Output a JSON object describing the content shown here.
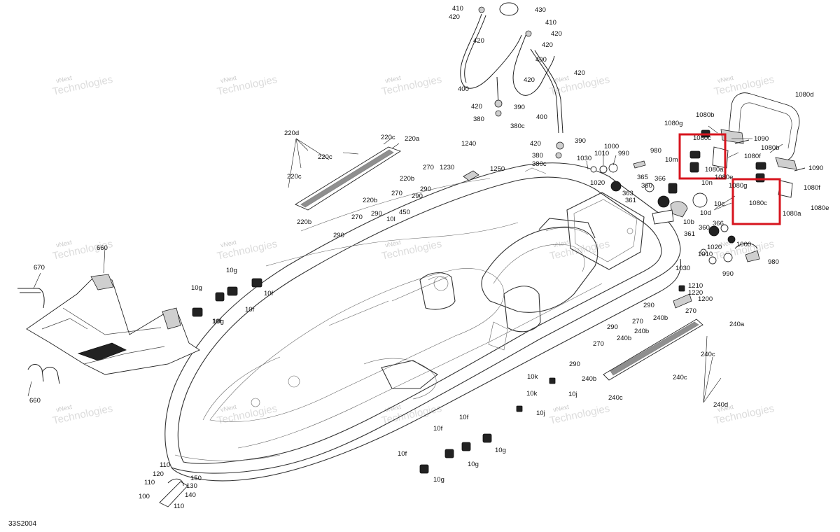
{
  "diagram_code": "33S2004",
  "watermark": {
    "line1": "vNext",
    "line2": "Technologies"
  },
  "highlight_color": "#d7141e",
  "callouts": [
    "410",
    "430",
    "420",
    "420",
    "410",
    "420",
    "420",
    "400",
    "420",
    "420",
    "400",
    "400",
    "420",
    "390",
    "380",
    "380c",
    "420",
    "390",
    "380",
    "380c",
    "220d",
    "220c",
    "220a",
    "220c",
    "220c",
    "220b",
    "270",
    "290",
    "220b",
    "270",
    "290",
    "220b",
    "450",
    "290",
    "270",
    "10l",
    "290",
    "1240",
    "1230",
    "1250",
    "1030",
    "1000",
    "1010",
    "990",
    "980",
    "1020",
    "365",
    "363",
    "360",
    "361",
    "366",
    "10c",
    "10b",
    "10d",
    "1080g",
    "1080b",
    "1080c",
    "10m",
    "1080a",
    "10n",
    "1080e",
    "1080f",
    "1090",
    "1080d",
    "1080b",
    "1090",
    "1080g",
    "1080c",
    "1080f",
    "1080a",
    "1080e",
    "366",
    "360",
    "361",
    "1000",
    "1020",
    "1010",
    "980",
    "990",
    "1030",
    "1210",
    "1220",
    "1200",
    "290",
    "270",
    "240b",
    "270",
    "240b",
    "240a",
    "290",
    "270",
    "240b",
    "290",
    "240b",
    "240c",
    "240c",
    "240c",
    "240d",
    "660",
    "670",
    "10g",
    "10g",
    "10f",
    "10f",
    "10g",
    "10f",
    "660",
    "10k",
    "10j",
    "10k",
    "10j",
    "10f",
    "10f",
    "10g",
    "10g",
    "10f",
    "10g",
    "110",
    "120",
    "150",
    "110",
    "130",
    "140",
    "100",
    "110"
  ]
}
